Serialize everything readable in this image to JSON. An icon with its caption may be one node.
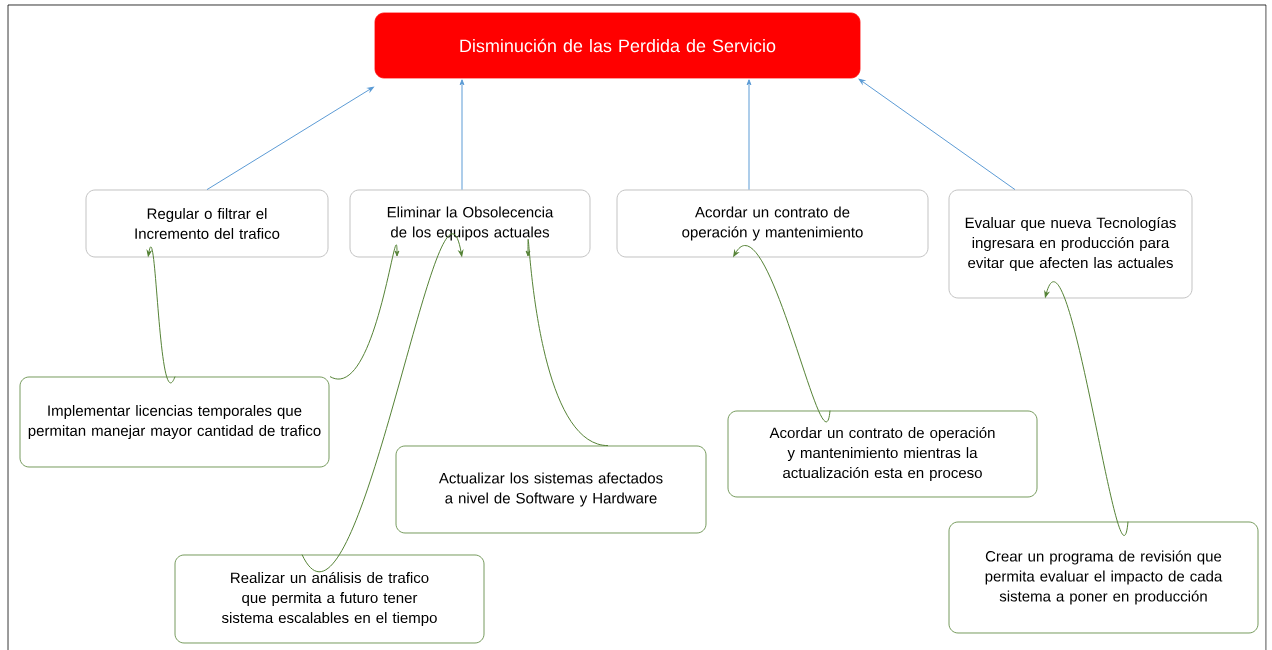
{
  "diagram": {
    "nodes": [
      {
        "text": [
          "Disminución de las Perdida de Servicio"
        ]
      },
      {
        "text": [
          "Regular o filtrar el Incremento del trafico"
        ]
      },
      {
        "text": [
          "Eliminar la Obsolecencia de los equipos actuales"
        ]
      },
      {
        "text": [
          "Acordar un contrato de operación y mantenimiento"
        ]
      },
      {
        "text": [
          "Evaluar que nueva Tecnologías ingresara en producción para evitar que afecten las actuales"
        ]
      },
      {
        "text": [
          "Implementar licencias temporales que permitan manejar mayor cantidad de trafico"
        ]
      },
      {
        "text": [
          "Actualizar los sistemas afectados a nivel de Software y Hardware"
        ]
      },
      {
        "text": [
          "Acordar un contrato de operación y mantenimiento mientras la actualización esta en proceso"
        ]
      },
      {
        "text": [
          "Realizar un análisis de trafico que permita a futuro tener sistema escalables en el tiempo"
        ]
      },
      {
        "text": [
          "Crear un programa de revisión que permita evaluar el impacto de cada sistema a poner en producción"
        ]
      }
    ],
    "edges": [
      {
        "from": 1,
        "to": 0,
        "arrow": "to",
        "color": "#5b9bd5"
      },
      {
        "from": 2,
        "to": 0,
        "arrow": "to",
        "color": "#5b9bd5"
      },
      {
        "from": 3,
        "to": 0,
        "arrow": "to",
        "color": "#5b9bd5"
      },
      {
        "from": 4,
        "to": 0,
        "arrow": "to",
        "color": "#5b9bd5"
      },
      {
        "from": 5,
        "to": 1,
        "arrow": "to"
      },
      {
        "from": 5,
        "to": 2,
        "arrow": "to"
      },
      {
        "from": 8,
        "to": 2,
        "arrow": "to"
      },
      {
        "from": 6,
        "to": 2,
        "arrow": "to"
      },
      {
        "from": 7,
        "to": 3,
        "arrow": "to"
      },
      {
        "from": 9,
        "to": 4,
        "arrow": "to"
      }
    ]
  }
}
